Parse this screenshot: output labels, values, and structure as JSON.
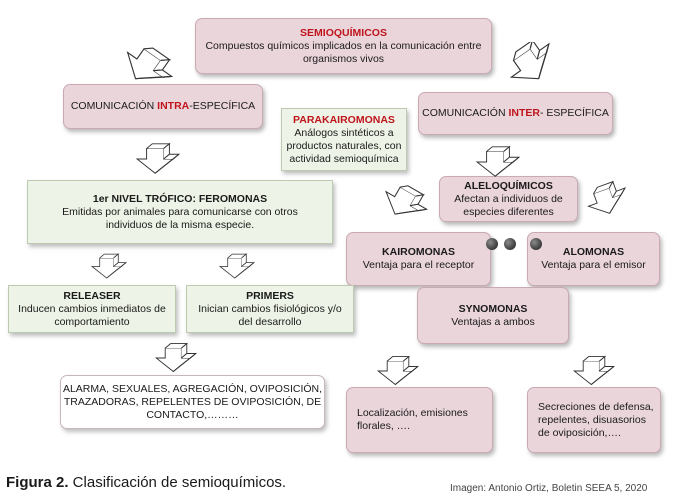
{
  "semioquimicos": {
    "title": "SEMIOQUÍMICOS",
    "desc1": "Compuestos químicos implicados en la comunicación entre",
    "desc2": "organismos vivos"
  },
  "intra": {
    "pre": "COMUNICACIÓN ",
    "hl": "INTRA",
    "post": "-ESPECÍFICA"
  },
  "inter": {
    "pre": "COMUNICACIÓN ",
    "hl": "INTER",
    "post": "- ESPECÍFICA"
  },
  "parakairomonas": {
    "title": "PARAKAIROMONAS",
    "line1": "Análogos sintéticos a",
    "line2": "productos naturales, con",
    "line3": "actividad semioquímica"
  },
  "feromonas": {
    "title": "1er NIVEL TRÓFICO: FEROMONAS",
    "line1": "Emitidas por animales para comunicarse con otros",
    "line2": "individuos de la misma especie."
  },
  "aleloquimicos": {
    "title": "ALELOQUÍMICOS",
    "line1": "Afectan a individuos de",
    "line2": "especies diferentes"
  },
  "kairomonas": {
    "title": "KAIROMONAS",
    "desc": "Ventaja para el  receptor"
  },
  "alomonas": {
    "title": "ALOMONAS",
    "desc": "Ventaja para el  emisor"
  },
  "synomonas": {
    "title": "SYNOMONAS",
    "desc": "Ventajas a ambos"
  },
  "releaser": {
    "title": "RELEASER",
    "line1": "Inducen cambios inmediatos de",
    "line2": "comportamiento"
  },
  "primers": {
    "title": "PRIMERS",
    "line1": "Inician cambios fisiológicos  y/o",
    "line2": "del desarrollo"
  },
  "ejemplos_feromonas": {
    "line1": "ALARMA, SEXUALES, AGREGACIÓN, OVIPOSICIÓN,",
    "line2": "TRAZADORAS, REPELENTES DE OVIPOSICIÓN, DE",
    "line3": "CONTACTO,………"
  },
  "ejemplos_kairomonas": {
    "line1": "Localización, emisiones",
    "line2": "florales, …."
  },
  "ejemplos_alomonas": {
    "line1": "Secreciones de defensa,",
    "line2": "repelentes, disuasorios",
    "line3": "de oviposición,…."
  },
  "caption": {
    "label": "Figura 2.",
    "text": " Clasificación de semioquímicos."
  },
  "credit": "Imagen: Antonio Ortiz, Boletin SEEA 5, 2020",
  "colors": {
    "pink_fill": "#ead5db",
    "green_fill": "#edf3e6",
    "highlight_red": "#c0141b"
  }
}
